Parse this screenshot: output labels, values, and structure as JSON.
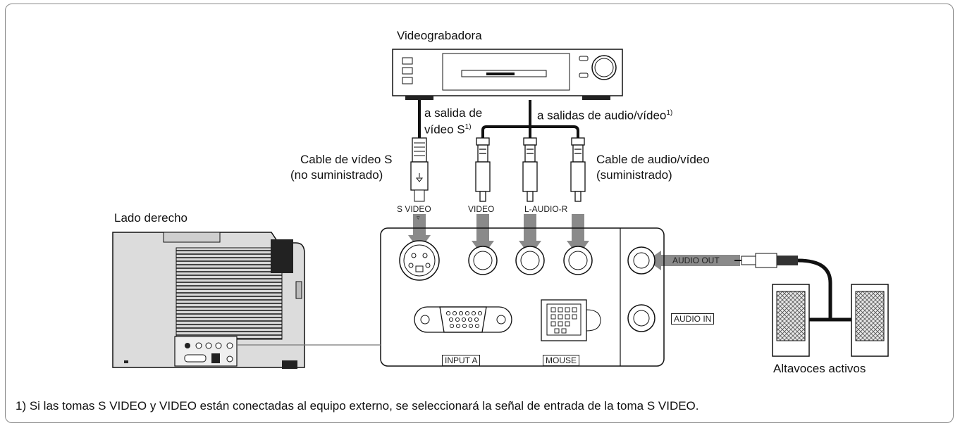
{
  "labels": {
    "vcr": "Videograbadora",
    "to_svideo_line1": "a salida de",
    "to_svideo_line2": "vídeo S",
    "to_av_out": "a salidas de audio/vídeo",
    "footnote_mark": "1)",
    "svideo_cable_line1": "Cable de vídeo S",
    "svideo_cable_line2": "(no suministrado)",
    "av_cable_line1": "Cable de audio/vídeo",
    "av_cable_line2": "(suministrado)",
    "right_side": "Lado derecho",
    "speakers": "Altavoces activos"
  },
  "jacks": {
    "s_video": "S VIDEO",
    "video": "VIDEO",
    "audio": "L-AUDIO-R",
    "audio_out": "AUDIO OUT",
    "audio_in": "AUDIO IN",
    "input_a": "INPUT A",
    "mouse": "MOUSE"
  },
  "footnote": "1) Si las tomas S VIDEO y VIDEO están conectadas al equipo externo, se seleccionará la señal de entrada de la toma S VIDEO."
}
